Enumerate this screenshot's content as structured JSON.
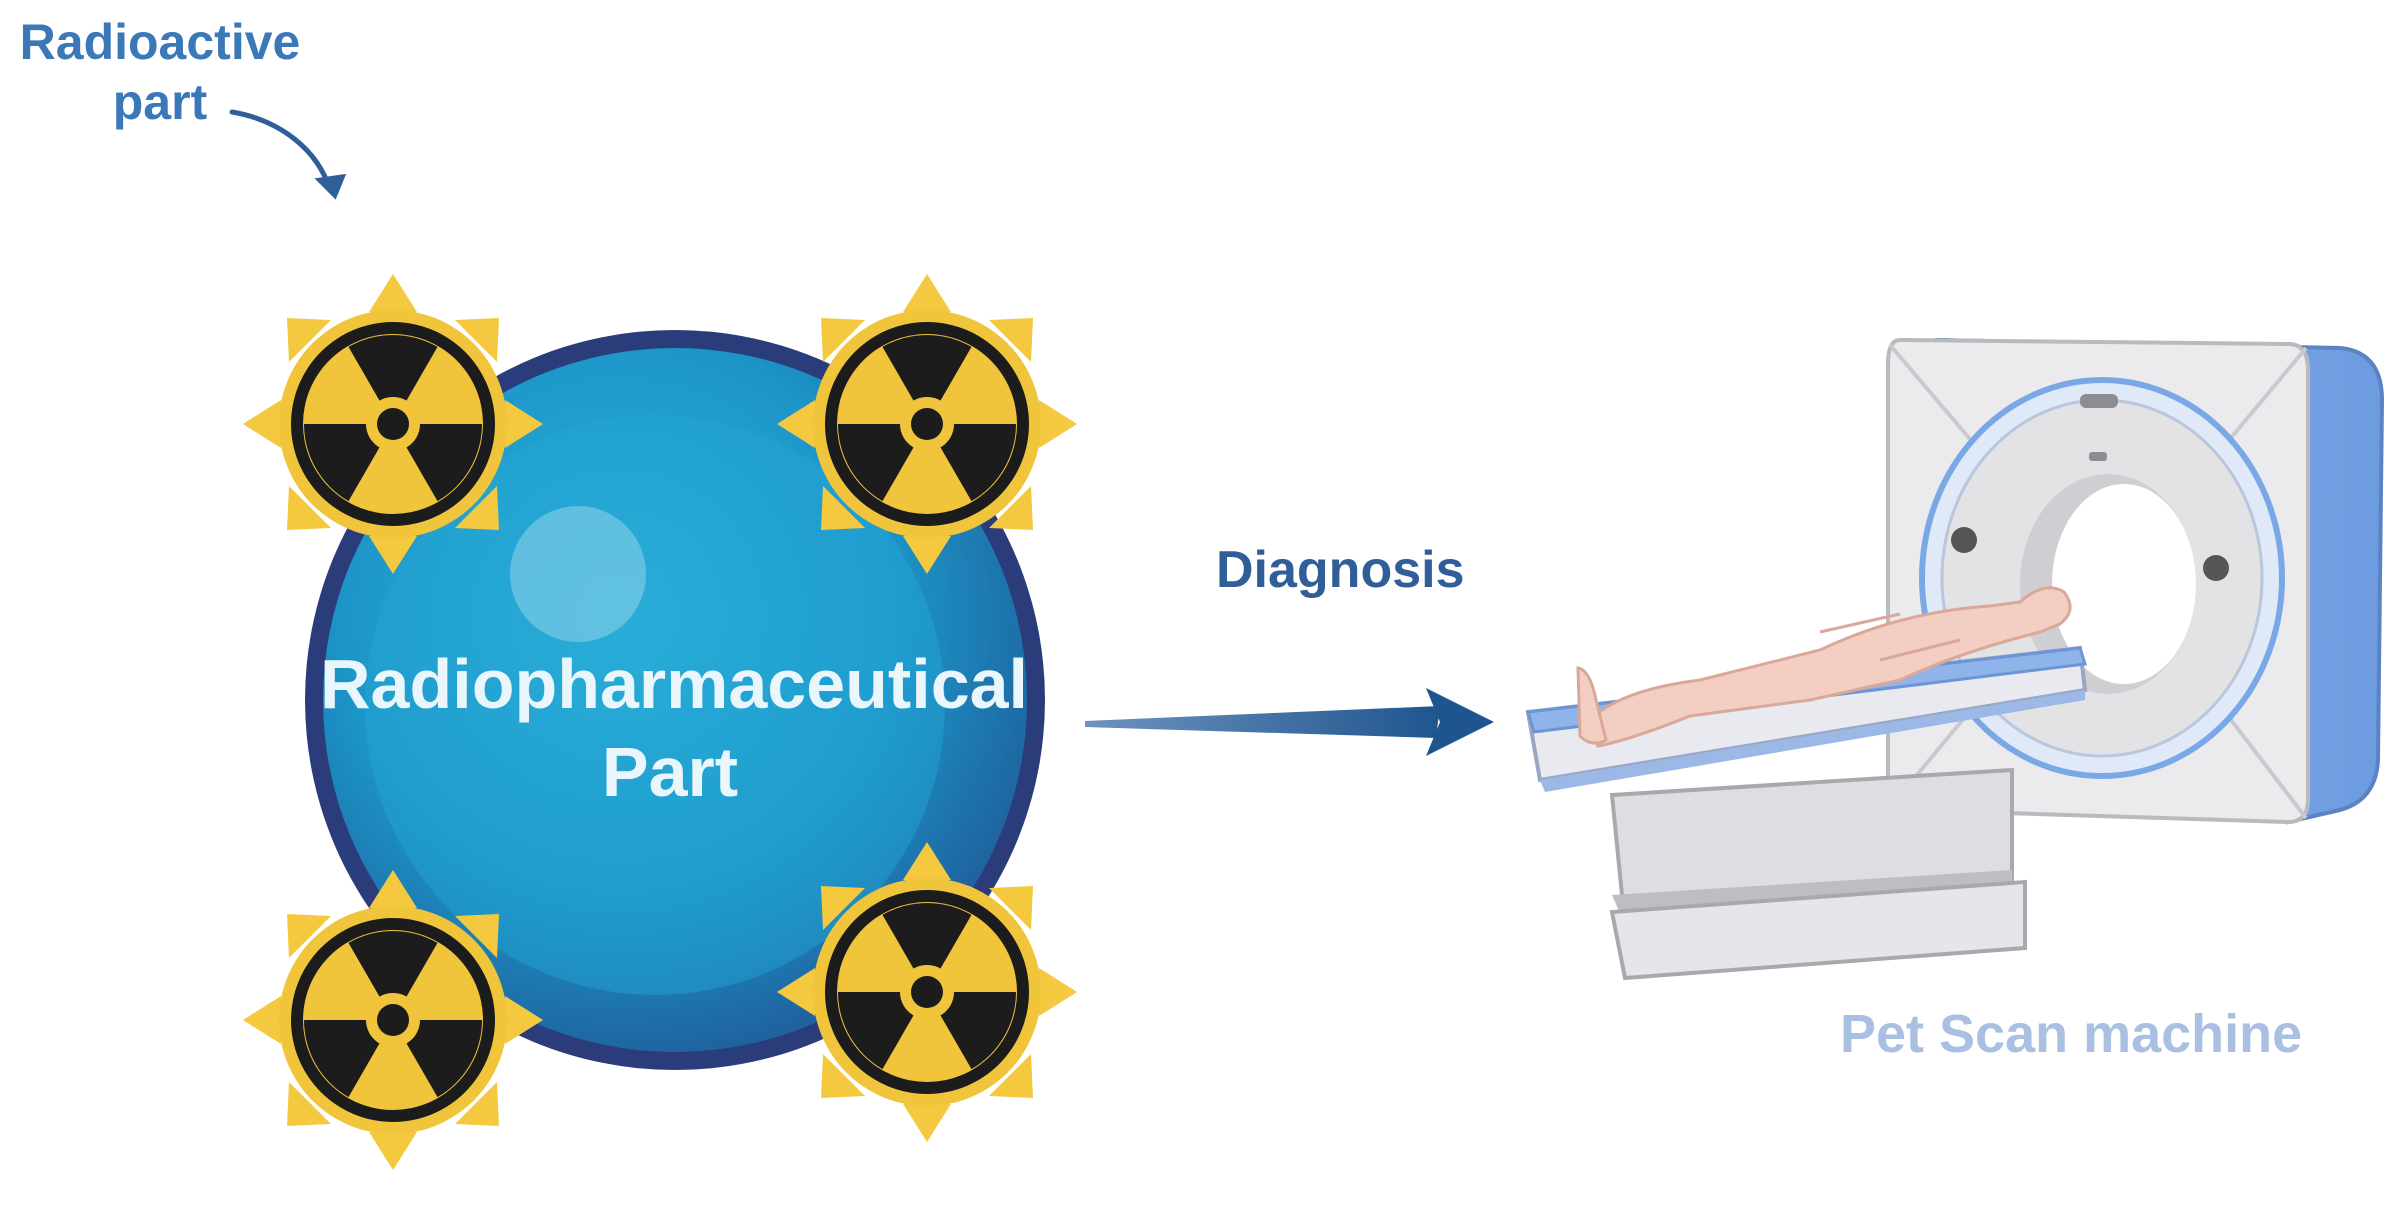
{
  "labels": {
    "radioactive_part": "Radioactive part",
    "radiopharmaceutical": "Radiopharmaceutical",
    "part": "Part",
    "diagnosis": "Diagnosis",
    "pet_scan_machine": "Pet Scan machine"
  },
  "colors": {
    "molecule_blue": "#1f8fc4",
    "molecule_rim": "#233f7a",
    "radiation_yellow": "#f2c53d",
    "radiation_black": "#1c1c1c",
    "arrow_blue": "#245c94",
    "scanner_gray": "#e9e9ea",
    "scanner_blue": "#7aa8e6",
    "patient_skin": "#f2cfc2"
  },
  "icons": {
    "radioactive_symbol": "radiation-trefoil-icon",
    "scanner": "pet-scanner-icon",
    "patient": "patient-figure-icon"
  }
}
